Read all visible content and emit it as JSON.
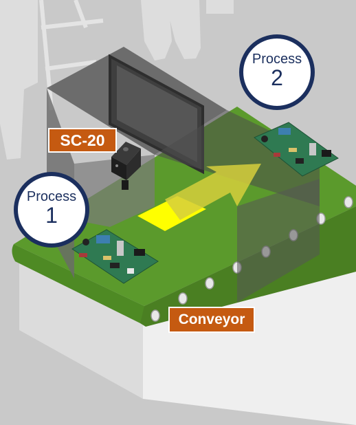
{
  "labels": {
    "sensor": "SC-20",
    "conveyor": "Conveyor"
  },
  "processes": [
    {
      "label": "Process",
      "number": "1"
    },
    {
      "label": "Process",
      "number": "2"
    }
  ],
  "colors": {
    "belt": "#5b9a2c",
    "badge": "#c55a11",
    "circle_border": "#1b2f5e",
    "target_spot": "#ffff00",
    "arrow": "#d6cf3c"
  }
}
